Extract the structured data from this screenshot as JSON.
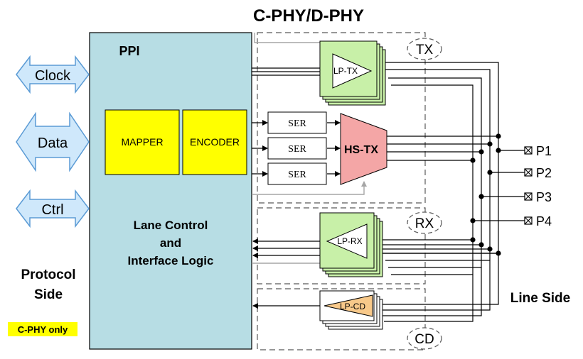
{
  "title": "C-PHY/D-PHY",
  "signals": {
    "clock": "Clock",
    "data": "Data",
    "ctrl": "Ctrl"
  },
  "ppi": {
    "label": "PPI",
    "mapper": "MAPPER",
    "encoder": "ENCODER",
    "logic_line1": "Lane Control",
    "logic_line2": "and",
    "logic_line3": "Interface Logic"
  },
  "sections": {
    "tx": "TX",
    "rx": "RX",
    "cd": "CD"
  },
  "blocks": {
    "lp_tx": "LP-TX",
    "hs_tx": "HS-TX",
    "lp_rx": "LP-RX",
    "lp_cd": "LP-CD",
    "ser": "SER"
  },
  "pins": [
    "P1",
    "P2",
    "P3",
    "P4"
  ],
  "labels": {
    "protocol_line1": "Protocol",
    "protocol_line2": "Side",
    "line_side": "Line Side",
    "cphy_only": "C-PHY only"
  },
  "colors": {
    "ppi_fill": "#b7dde4",
    "mapper_fill": "#ffff00",
    "arrow_fill": "#cfe8fb",
    "lp_fill": "#c8f0a8",
    "hs_fill": "#f4a6a6",
    "cd_fill": "#f8c98a",
    "cphy_badge": "#ffff00"
  }
}
